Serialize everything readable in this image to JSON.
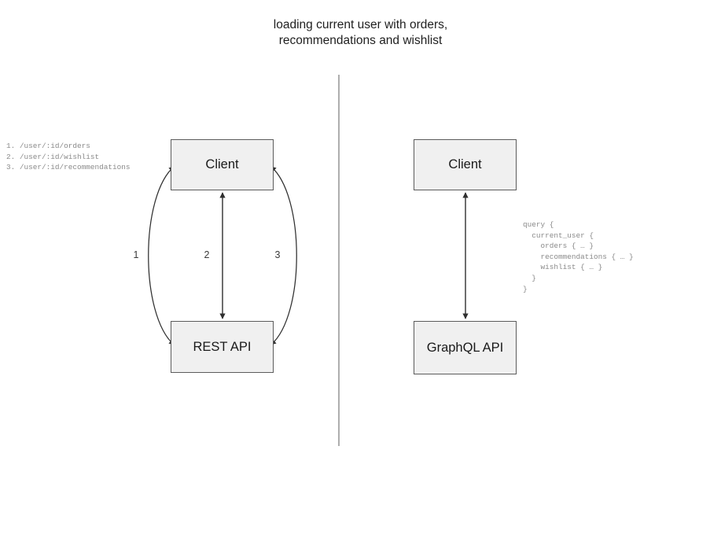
{
  "title": "loading current user with orders,\nrecommendations and wishlist",
  "divider": {
    "name": "vertical-divider",
    "color": "#8c8c8c"
  },
  "colors": {
    "node_fill": "#f0f0f0",
    "node_border": "#5c5c5c",
    "edge": "#3a3a3a",
    "code_text": "#8a8a8a",
    "title_text": "#1f1f1f"
  },
  "left_panel": {
    "nodes": [
      {
        "id": "client-rest",
        "label": "Client"
      },
      {
        "id": "rest-api",
        "label": "REST API"
      }
    ],
    "edge_labels": [
      "1",
      "2",
      "3"
    ],
    "endpoints_block": "1. /user/:id/orders\n2. /user/:id/wishlist\n3. /user/:id/recommendations",
    "endpoints": [
      {
        "number": "1.",
        "path": "/user/:id/orders"
      },
      {
        "number": "2.",
        "path": "/user/:id/wishlist"
      },
      {
        "number": "3.",
        "path": "/user/:id/recommendations"
      }
    ]
  },
  "right_panel": {
    "nodes": [
      {
        "id": "client-gql",
        "label": "Client"
      },
      {
        "id": "graphql-api",
        "label": "GraphQL API"
      }
    ],
    "query_block": "query {\n  current_user {\n    orders { … }\n    recommendations { … }\n    wishlist { … }\n  }\n}",
    "query_lines": [
      "query {",
      "  current_user {",
      "    orders { … }",
      "    recommendations { … }",
      "    wishlist { … }",
      "  }",
      "}"
    ]
  }
}
